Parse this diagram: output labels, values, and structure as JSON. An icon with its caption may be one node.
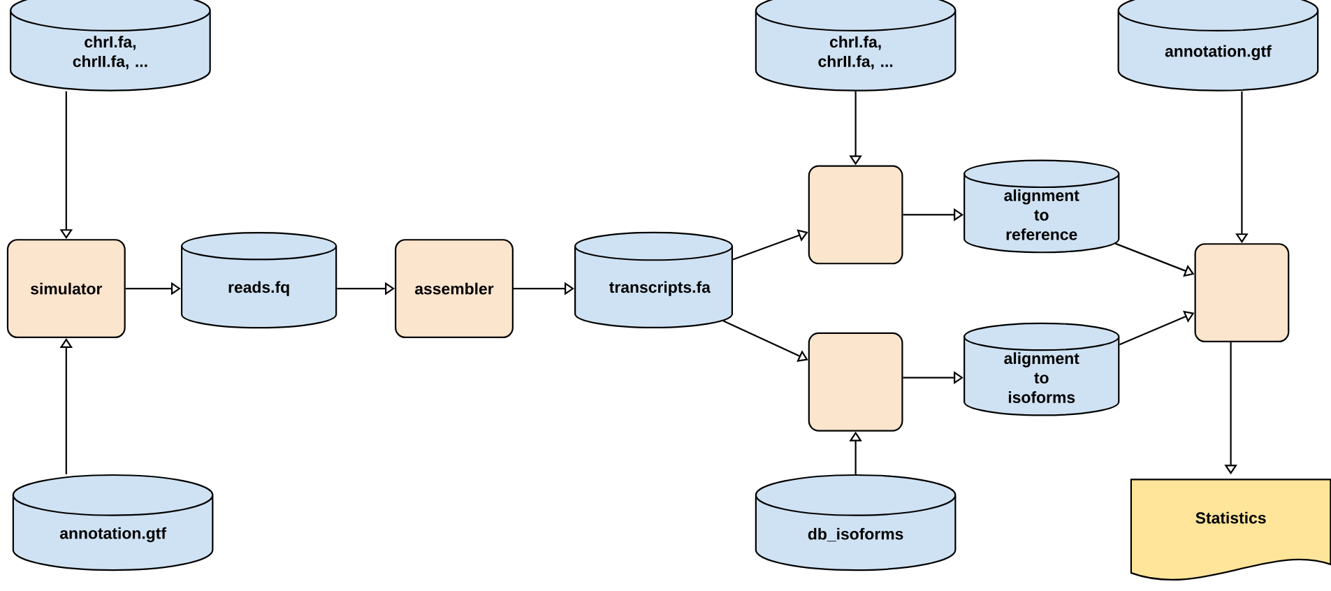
{
  "diagram": {
    "nodes": [
      {
        "text": [
          "chrI.fa, chrII.fa, ..."
        ]
      },
      {
        "text": [
          "simulator"
        ]
      },
      {
        "text": [
          "reads.fq"
        ]
      },
      {
        "text": [
          "assembler"
        ]
      },
      {
        "text": [
          "transcripts.fa"
        ]
      },
      {
        "text": [
          "annotation.gtf"
        ]
      },
      {
        "text": [
          "chrI.fa, chrII.fa, ..."
        ]
      },
      {
        "text": [],
        "shape": "box"
      },
      {
        "text": [
          "alignment to reference"
        ]
      },
      {
        "text": [],
        "shape": "box"
      },
      {
        "text": [
          "alignment to isoforms"
        ]
      },
      {
        "text": [
          "db_isoforms"
        ]
      },
      {
        "text": [
          "annotation.gtf"
        ]
      },
      {
        "text": [],
        "shape": "box"
      },
      {
        "text": [
          "Statistics"
        ]
      }
    ],
    "edges": [
      {
        "from": 0,
        "to": 1,
        "arrow": "to"
      },
      {
        "from": 5,
        "to": 1,
        "arrow": "to"
      },
      {
        "from": 1,
        "to": 2,
        "arrow": "to"
      },
      {
        "from": 2,
        "to": 3,
        "arrow": "to"
      },
      {
        "from": 3,
        "to": 4,
        "arrow": "to"
      },
      {
        "from": 4,
        "to": 7,
        "arrow": "to"
      },
      {
        "from": 4,
        "to": 9,
        "arrow": "to"
      },
      {
        "from": 6,
        "to": 7,
        "arrow": "to"
      },
      {
        "from": 11,
        "to": 9,
        "arrow": "to"
      },
      {
        "from": 7,
        "to": 8,
        "arrow": "to"
      },
      {
        "from": 9,
        "to": 10,
        "arrow": "to"
      },
      {
        "from": 8,
        "to": 13,
        "arrow": "to"
      },
      {
        "from": 10,
        "to": 13,
        "arrow": "to"
      },
      {
        "from": 12,
        "to": 13,
        "arrow": "to"
      },
      {
        "from": 13,
        "to": 14,
        "arrow": "to"
      }
    ]
  }
}
